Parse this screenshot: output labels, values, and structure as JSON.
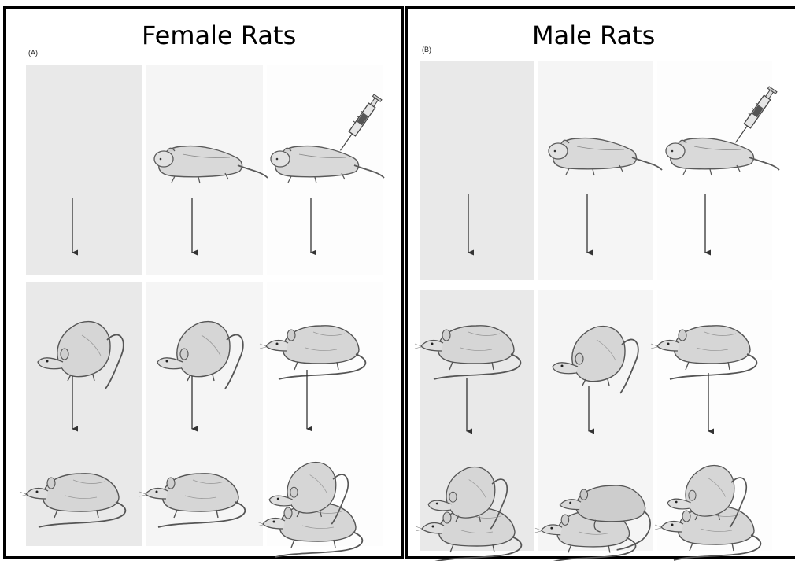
{
  "panels": [
    {
      "id": "A",
      "letter": "(A)",
      "title": "Female Rats"
    },
    {
      "id": "B",
      "letter": "(B)",
      "title": "Male Rats"
    }
  ],
  "colors": {
    "border": "#000000",
    "column_1": "#e9e9e9",
    "column_2": "#f5f5f5",
    "column_3": "#fdfdfd",
    "rat_fill": "#d8d8d8",
    "rat_outline": "#555555"
  },
  "icons": [
    "rat-pup-icon",
    "syringe-icon",
    "adult-rat-icon",
    "mounting-rats-icon",
    "rats-pair-icon",
    "down-arrow-icon"
  ]
}
